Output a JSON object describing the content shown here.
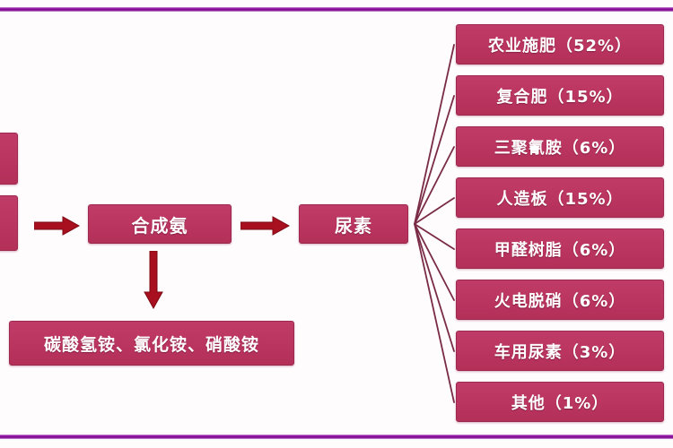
{
  "diagram": {
    "title_visible": false,
    "frame_color": "#8e0f9e",
    "node_fill": "#bb3661",
    "node_border": "#9d2a4e",
    "arrow_color": "#a81020",
    "connector_color": "#7a2b45",
    "text_color": "#ffffff"
  },
  "left_stubs": [
    {
      "label": ""
    },
    {
      "label": ""
    }
  ],
  "center_nodes": {
    "ammonia": {
      "label": "合成氨"
    },
    "urea": {
      "label": "尿素"
    },
    "salts": {
      "label": "碳酸氢铵、氯化铵、硝酸铵"
    }
  },
  "arrows": {
    "stub_to_ammonia": {
      "name": "arrow-right",
      "direction": "right"
    },
    "ammonia_to_urea": {
      "name": "arrow-right",
      "direction": "right"
    },
    "ammonia_to_salts": {
      "name": "arrow-down",
      "direction": "down"
    }
  },
  "downstream": [
    {
      "label": "农业施肥（52%）",
      "name": "农业施肥",
      "percent": "52%"
    },
    {
      "label": "复合肥（15%）",
      "name": "复合肥",
      "percent": "15%"
    },
    {
      "label": "三聚氰胺（6%）",
      "name": "三聚氰胺",
      "percent": "6%"
    },
    {
      "label": "人造板（15%）",
      "name": "人造板",
      "percent": "15%"
    },
    {
      "label": "甲醛树脂（6%）",
      "name": "甲醛树脂",
      "percent": "6%"
    },
    {
      "label": "火电脱硝（6%）",
      "name": "火电脱硝",
      "percent": "6%"
    },
    {
      "label": "车用尿素（3%）",
      "name": "车用尿素",
      "percent": "3%"
    },
    {
      "label": "其他（1%）",
      "name": "其他",
      "percent": "1%"
    }
  ]
}
